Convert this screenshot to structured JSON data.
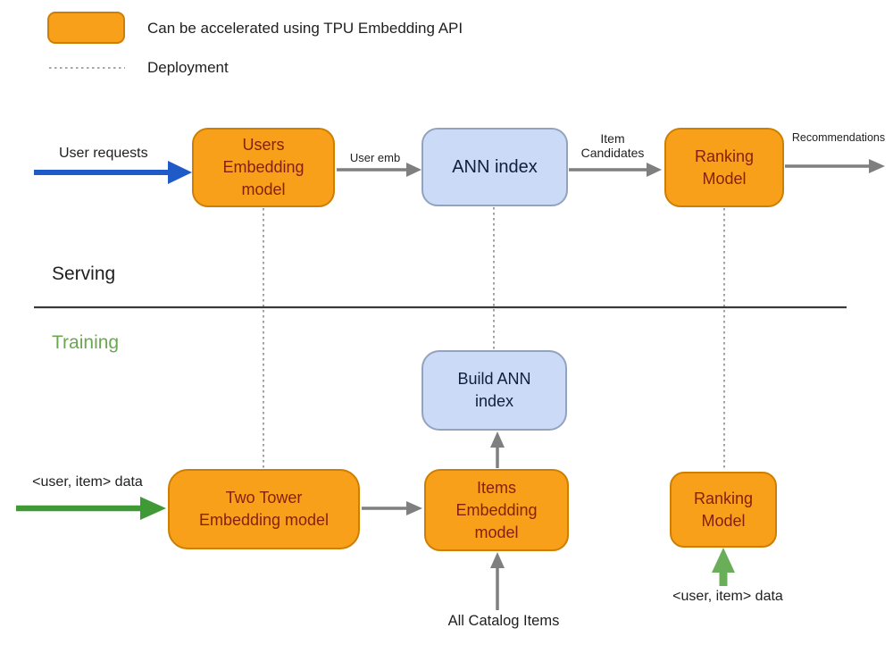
{
  "colors": {
    "orange_fill": "#F9A01B",
    "orange_border": "#CE7E00",
    "orange_text": "#85200C",
    "blue_fill": "#CBDAF6",
    "blue_border": "#94A3BD",
    "blue_text": "#10203C",
    "arrow_gray": "#7F7F7F",
    "arrow_blue": "#1E5AC8",
    "arrow_green_dark": "#3F9A35",
    "arrow_green_light": "#6AAE5A",
    "dotted_gray": "#8A8A8A",
    "divider": "#3A3A3A",
    "text_black": "#1F1F1F",
    "training_green": "#6AA84F",
    "background": "#FFFFFF"
  },
  "legend": {
    "tpu_label": "Can be accelerated using TPU Embedding API",
    "deployment_label": "Deployment"
  },
  "sections": {
    "serving": "Serving",
    "training": "Training"
  },
  "nodes": {
    "users_embedding": "Users\nEmbedding\nmodel",
    "ann_index": "ANN index",
    "ranking_serving": "Ranking\nModel",
    "build_ann_index": "Build ANN\nindex",
    "two_tower": "Two Tower\nEmbedding model",
    "items_embedding": "Items\nEmbedding\nmodel",
    "ranking_training": "Ranking\nModel"
  },
  "edge_labels": {
    "user_requests": "User requests",
    "user_emb": "User emb",
    "item_candidates": "Item\nCandidates",
    "recommendations": "Recommendations",
    "user_item_data_left": "<user, item> data",
    "all_catalog_items": "All Catalog Items",
    "user_item_data_right": "<user, item> data"
  }
}
